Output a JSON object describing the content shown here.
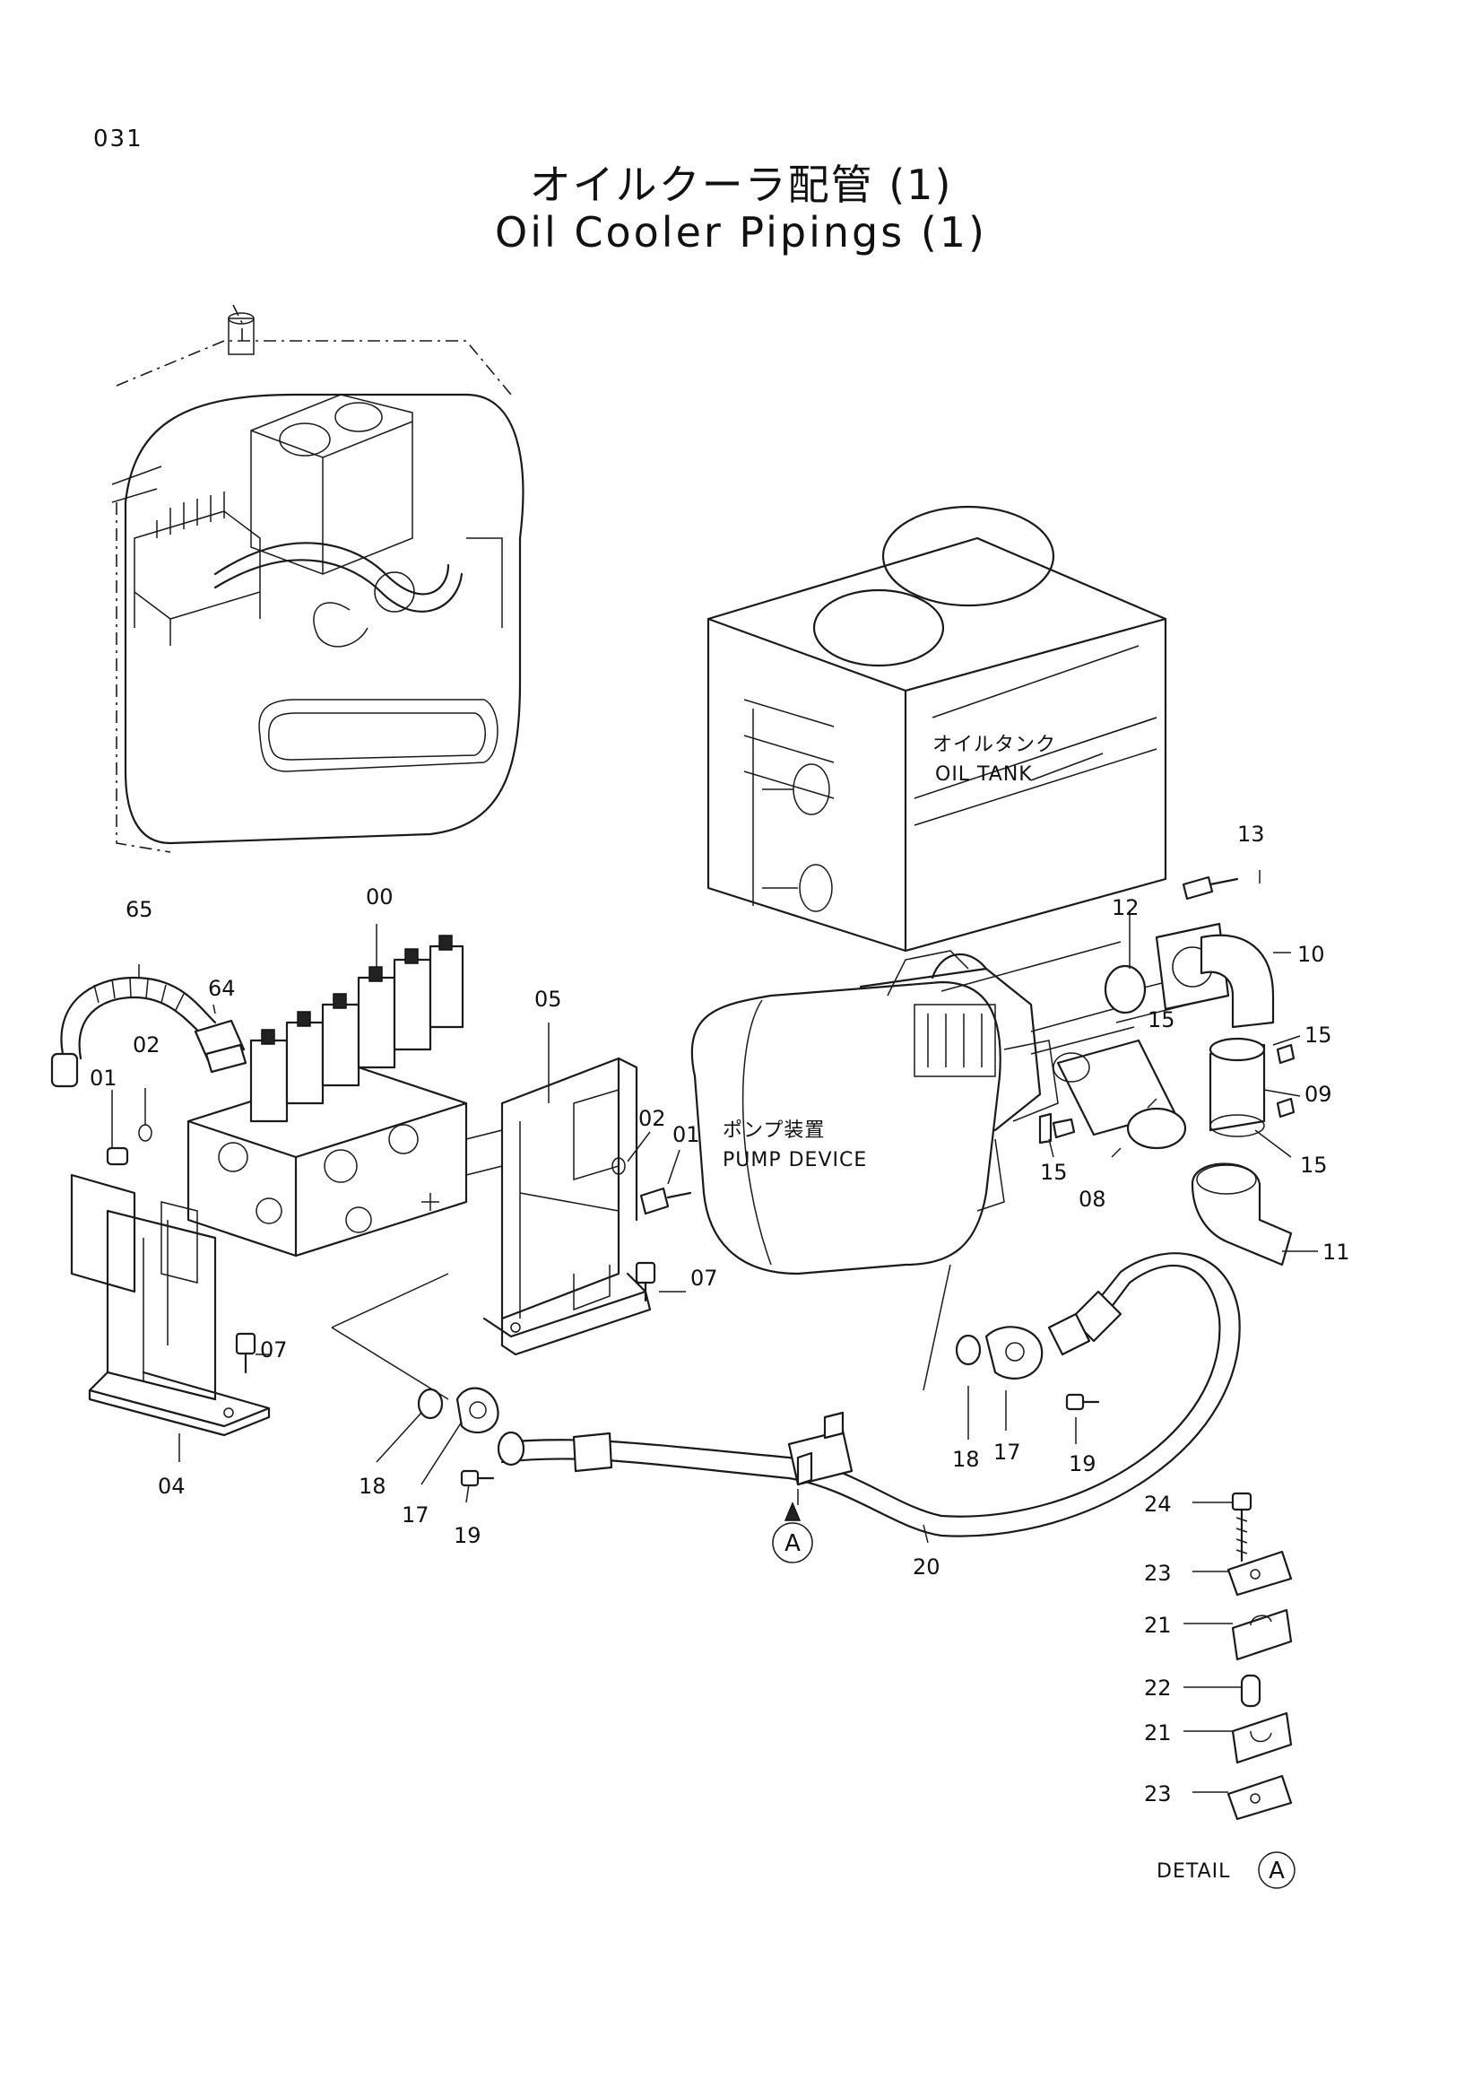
{
  "page_number": "031",
  "title_jp": "オイルクーラ配管 (1)",
  "title_en": "Oil Cooler Pipings (1)",
  "annotations": {
    "oil_tank_jp": "オイルタンク",
    "oil_tank_en": "OIL TANK",
    "pump_device_jp": "ポンプ装置",
    "pump_device_en": "PUMP DEVICE",
    "detail_ref": "A",
    "detail_label": "DETAIL",
    "detail_letter": "A"
  },
  "part_labels": {
    "p00": "00",
    "p01a": "01",
    "p01b": "01",
    "p02a": "02",
    "p02b": "02",
    "p04": "04",
    "p05": "05",
    "p07a": "07",
    "p07b": "07",
    "p08": "08",
    "p09": "09",
    "p10": "10",
    "p11": "11",
    "p12": "12",
    "p13": "13",
    "p15a": "15",
    "p15b": "15",
    "p15c": "15",
    "p15d": "15",
    "p17a": "17",
    "p17b": "17",
    "p18a": "18",
    "p18b": "18",
    "p19a": "19",
    "p19b": "19",
    "p20": "20",
    "p21a": "21",
    "p21b": "21",
    "p22": "22",
    "p23a": "23",
    "p23b": "23",
    "p24": "24",
    "p64": "64",
    "p65": "65"
  }
}
